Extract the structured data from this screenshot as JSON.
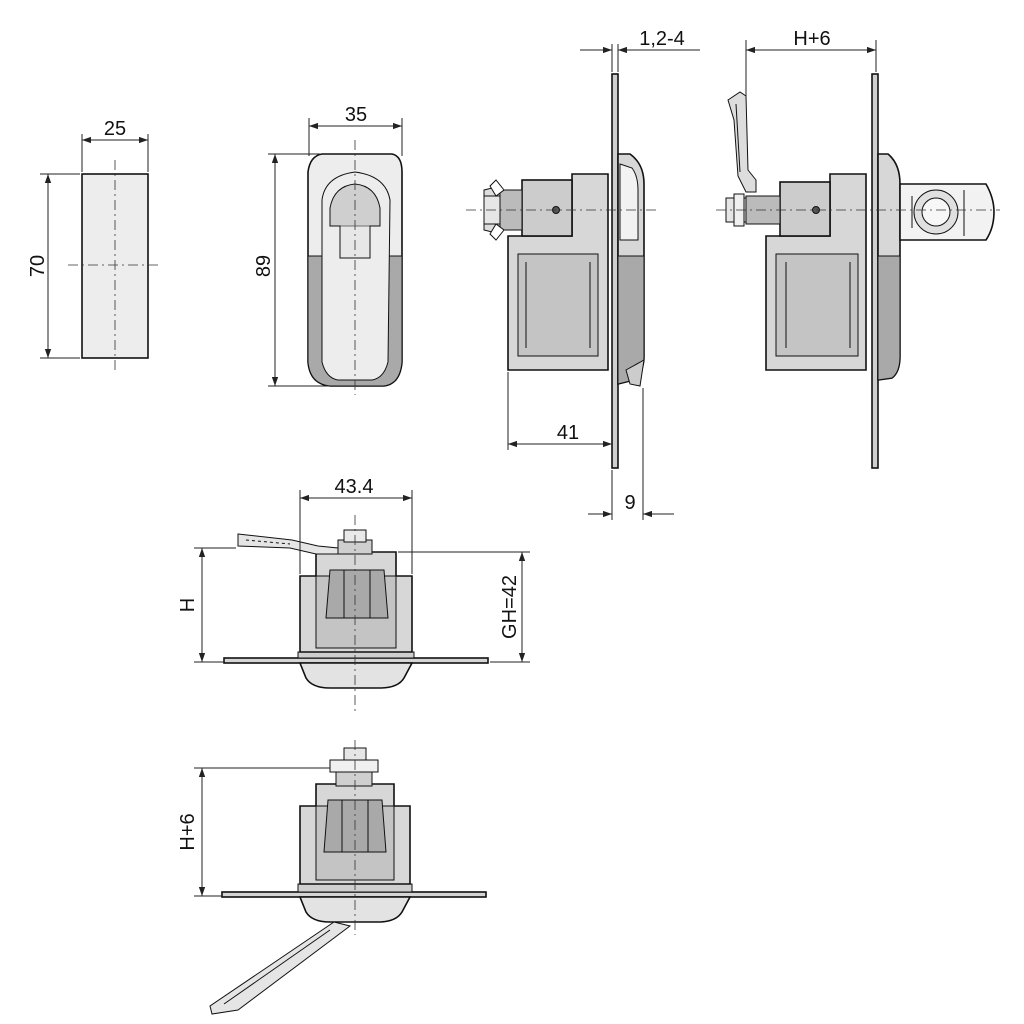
{
  "dimensions": {
    "width_25": "25",
    "height_70": "70",
    "width_35": "35",
    "height_89": "89",
    "plate_1_2_4": "1,2-4",
    "h_plus_6_top": "H+6",
    "depth_41": "41",
    "depth_9": "9",
    "width_43_4": "43.4",
    "h": "H",
    "gh_42": "GH=42",
    "h_plus_6_bottom": "H+6"
  }
}
